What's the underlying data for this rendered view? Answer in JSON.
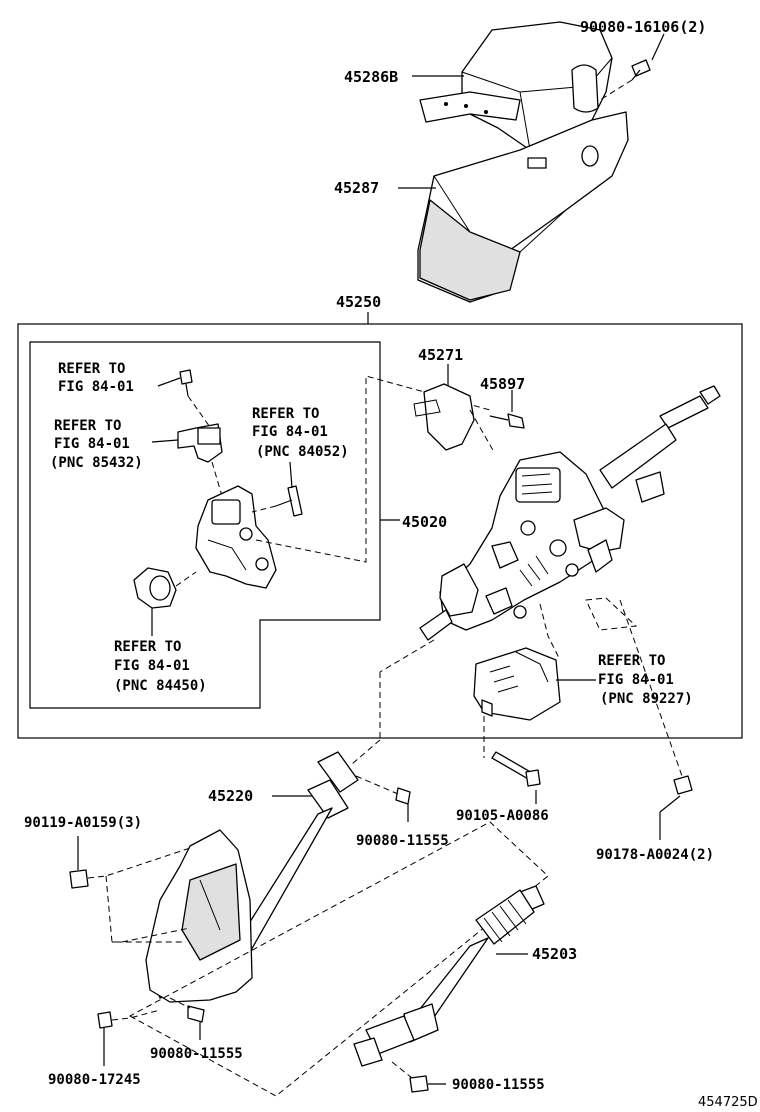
{
  "labels": {
    "p90080_16106": "90080-16106(2)",
    "p45286B": "45286B",
    "p45287": "45287",
    "p45250": "45250",
    "p45271": "45271",
    "p45897": "45897",
    "p45020": "45020",
    "p45220": "45220",
    "p90119_A0159": "90119-A0159(3)",
    "p90080_11555_a": "90080-11555",
    "p90105_A0086": "90105-A0086",
    "p90178_A0024": "90178-A0024(2)",
    "p45203": "45203",
    "p90080_11555_b": "90080-11555",
    "p90080_17245": "90080-17245",
    "p90080_11555_c": "90080-11555"
  },
  "refs": {
    "ref1": {
      "line1": "REFER TO",
      "line2": "FIG 84-01"
    },
    "ref2": {
      "line1": "REFER TO",
      "line2": "FIG 84-01",
      "line3": "(PNC 85432)"
    },
    "ref3": {
      "line1": "REFER TO",
      "line2": "FIG 84-01",
      "line3": "(PNC 84052)"
    },
    "ref4": {
      "line1": "REFER TO",
      "line2": "FIG 84-01",
      "line3": "(PNC 84450)"
    },
    "ref5": {
      "line1": "REFER TO",
      "line2": "FIG 84-01",
      "line3": "(PNC 89227)"
    }
  },
  "figure_id": "454725D"
}
